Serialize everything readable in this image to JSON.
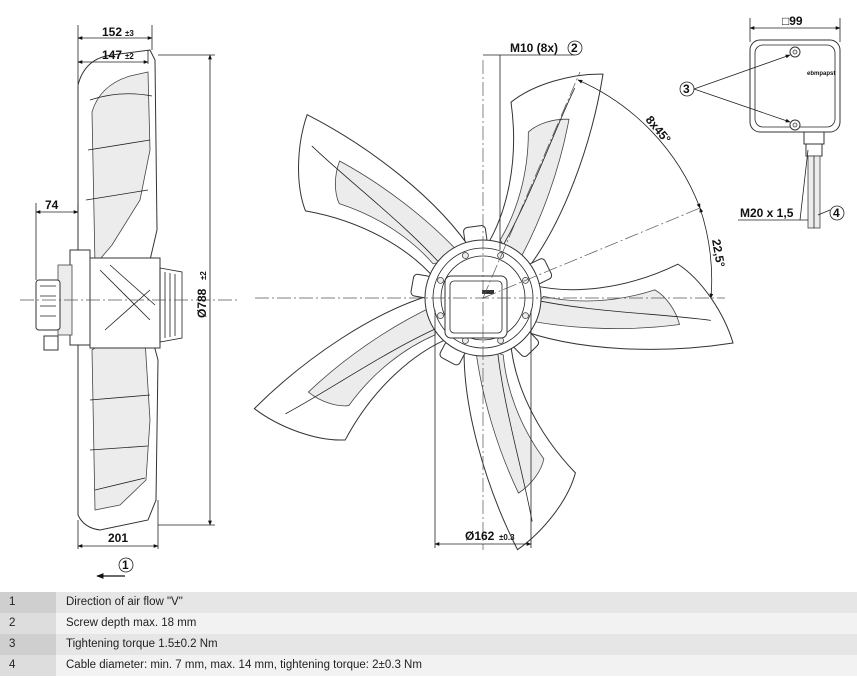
{
  "dimensions": {
    "width_152": "152",
    "width_152_tol": "±3",
    "width_147": "147",
    "width_147_tol": "±2",
    "shaft_74": "74",
    "depth_201": "201",
    "diameter_788": "Ø788",
    "diameter_788_tol": "±2",
    "diameter_162": "Ø162",
    "diameter_162_tol": "±0.3",
    "thread_m10": "M10 (8x)",
    "angle_8x45": "8x45°",
    "angle_22_5": "22,5°",
    "square_99": "□99",
    "cable_m20": "M20 x 1,5"
  },
  "callouts": {
    "c1": "1",
    "c2": "2",
    "c3": "3",
    "c4": "4"
  },
  "brand_mark": "ebmpapst",
  "legend": [
    {
      "num": "1",
      "text": "Direction of air flow \"V\""
    },
    {
      "num": "2",
      "text": "Screw depth max. 18 mm"
    },
    {
      "num": "3",
      "text": "Tightening torque 1.5±0.2 Nm"
    },
    {
      "num": "4",
      "text": "Cable diameter: min. 7 mm, max. 14 mm, tightening torque: 2±0.3 Nm"
    }
  ]
}
